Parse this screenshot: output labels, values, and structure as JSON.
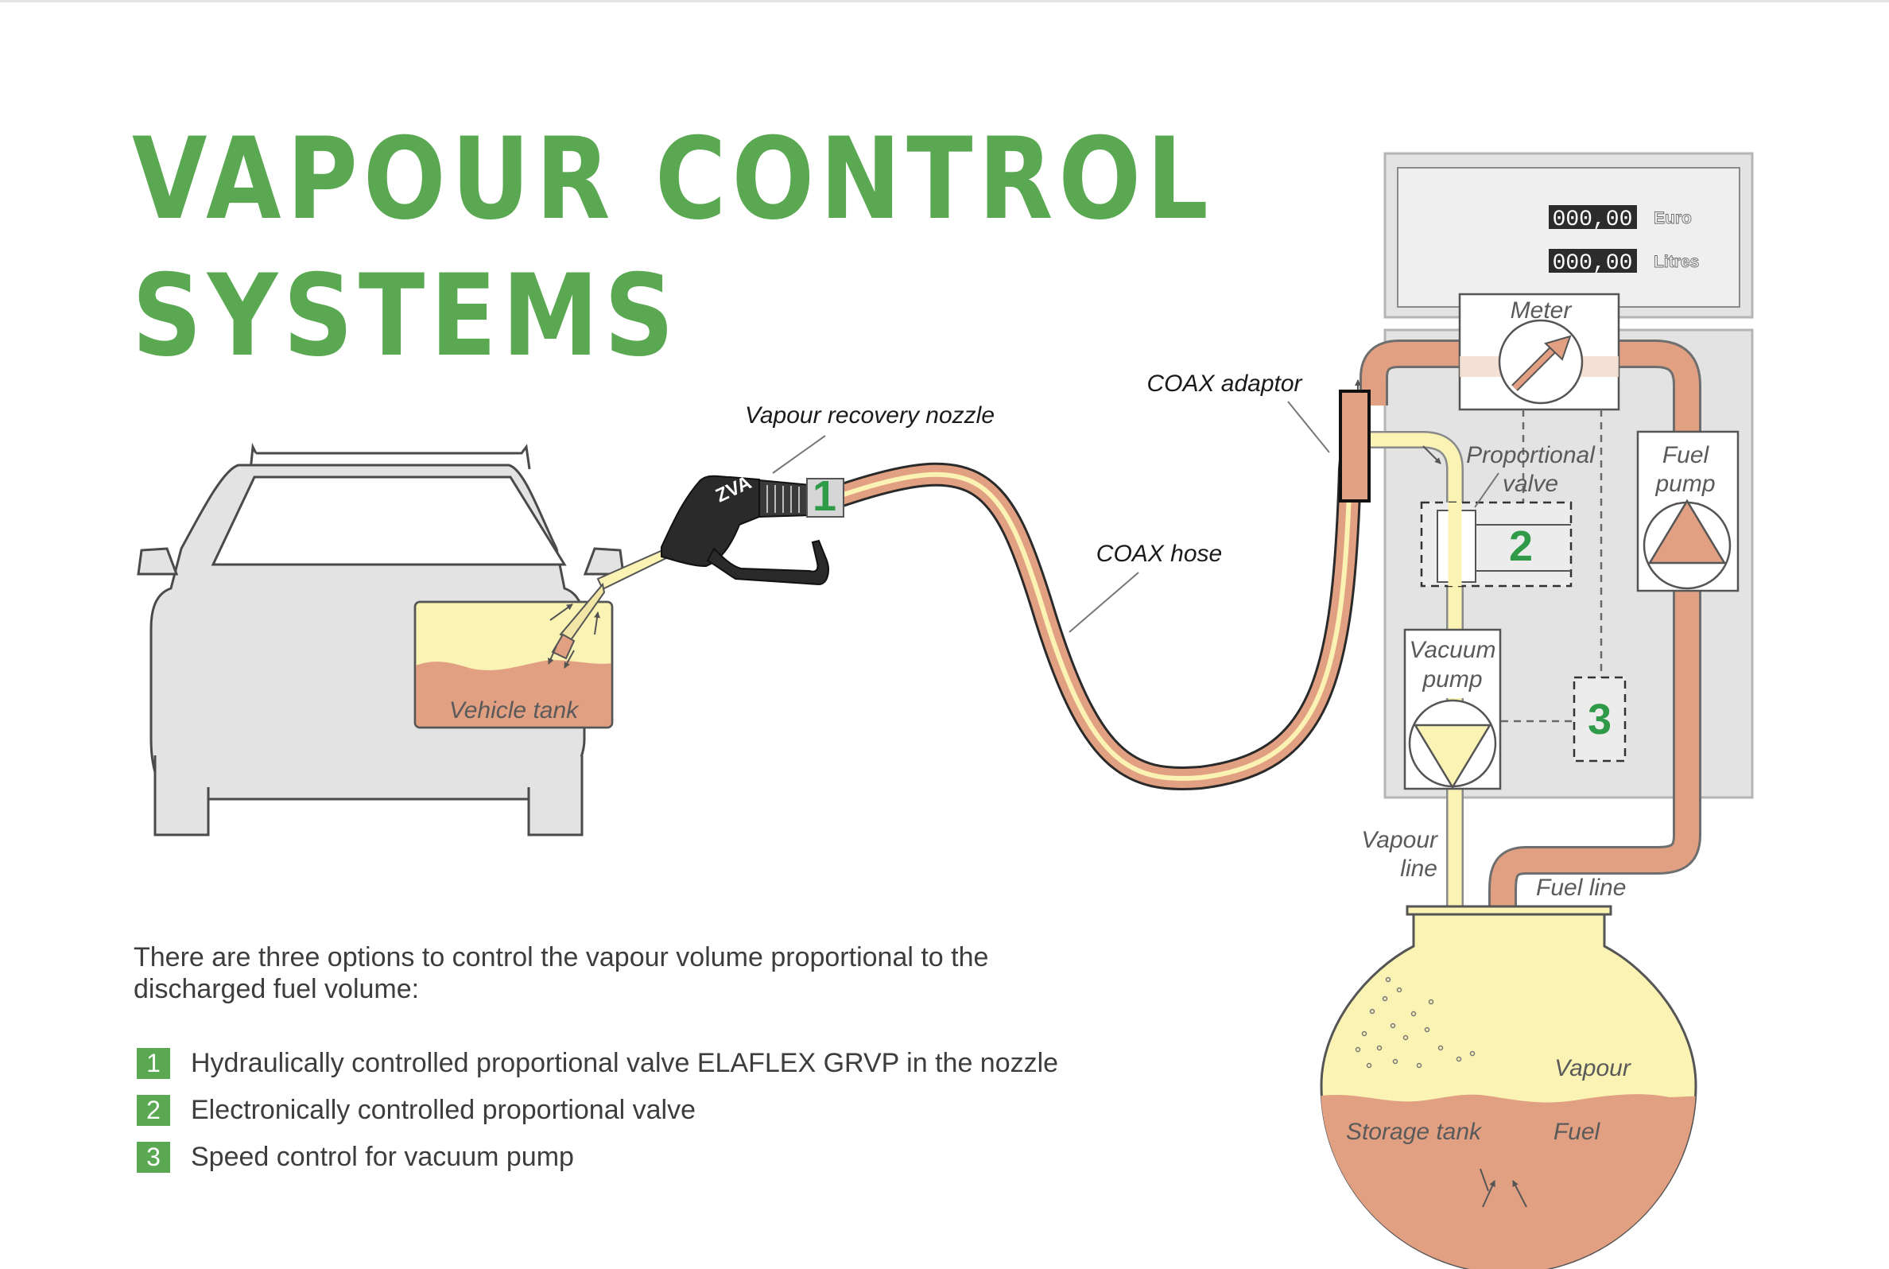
{
  "title": {
    "line1": "VAPOUR CONTROL",
    "line2": "SYSTEMS"
  },
  "colors": {
    "title_green": "#5aa852",
    "fuel": "#e2a083",
    "vapour": "#fbf3b4",
    "body_grey": "#e3e3e3",
    "badge_green": "#2f9a48"
  },
  "display": {
    "euro_value": "000,00",
    "euro_unit": "Euro",
    "litres_value": "000,00",
    "litres_unit": "Litres"
  },
  "labels": {
    "meter": "Meter",
    "coax_adaptor": "COAX adaptor",
    "vapour_recovery_nozzle": "Vapour recovery nozzle",
    "nozzle_brand": "ZVA",
    "coax_hose": "COAX hose",
    "proportional_valve_1": "Proportional",
    "proportional_valve_2": "valve",
    "fuel_pump_1": "Fuel",
    "fuel_pump_2": "pump",
    "vacuum_pump_1": "Vacuum",
    "vacuum_pump_2": "pump",
    "vapour_line_1": "Vapour",
    "vapour_line_2": "line",
    "fuel_line": "Fuel line",
    "vehicle_tank": "Vehicle tank",
    "tank_vapour": "Vapour",
    "storage_tank": "Storage tank",
    "tank_fuel": "Fuel"
  },
  "badges": {
    "b1": "1",
    "b2": "2",
    "b3": "3"
  },
  "intro": "There are three options to control the vapour volume proportional to the discharged fuel volume:",
  "options": [
    {
      "num": "1",
      "text": "Hydraulically controlled proportional valve ELAFLEX GRVP in the nozzle"
    },
    {
      "num": "2",
      "text": "Electronically controlled proportional valve"
    },
    {
      "num": "3",
      "text": "Speed control for vacuum pump"
    }
  ]
}
